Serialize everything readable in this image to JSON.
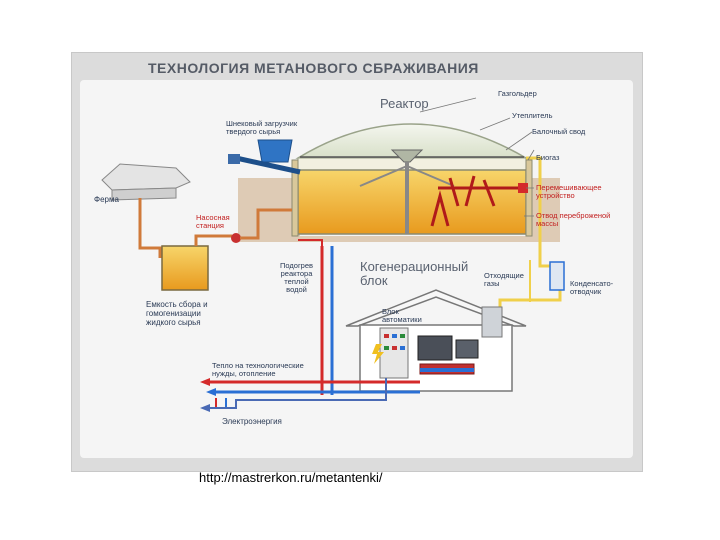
{
  "title": "ТЕХНОЛОГИЯ МЕТАНОВОГО СБРАЖИВАНИЯ",
  "labels": {
    "reactor": "Реактор",
    "gasholder": "Газгольдер",
    "insulation": "Утеплитель",
    "beam_vault": "Балочный свод",
    "biogas": "Биогаз",
    "auger_loader": "Шнековый загрузчик\nтвердого сырья",
    "farm": "Ферма",
    "pump_station": "Насосная\nстанция",
    "mixing_device": "Перемешивающее\nустройство",
    "digestate_outlet": "Отвод переброженой\nмассы",
    "reactor_heating": "Подогрев\nреактора\nтеплой\nводой",
    "cogeneration": "Когенерационный\nблок",
    "exhaust_gases": "Отходящие\nгазы",
    "condensate_drain": "Конденсато-\nотводчик",
    "automation": "Блок\nавтоматики",
    "tank": "Емкость сбора и\nгомогенизации\nжидкого сырья",
    "heat": "Тепло на технологические\nнужды, отопление",
    "electricity": "Электроэнергия"
  },
  "url": "http://mastrerkon.ru/metantenki/",
  "colors": {
    "pipe_red": "#d42a2a",
    "pipe_blue": "#2a6fd4",
    "pipe_yellow": "#f0d04a",
    "liquid": "#f0b030",
    "earth": "#c9a27a"
  }
}
